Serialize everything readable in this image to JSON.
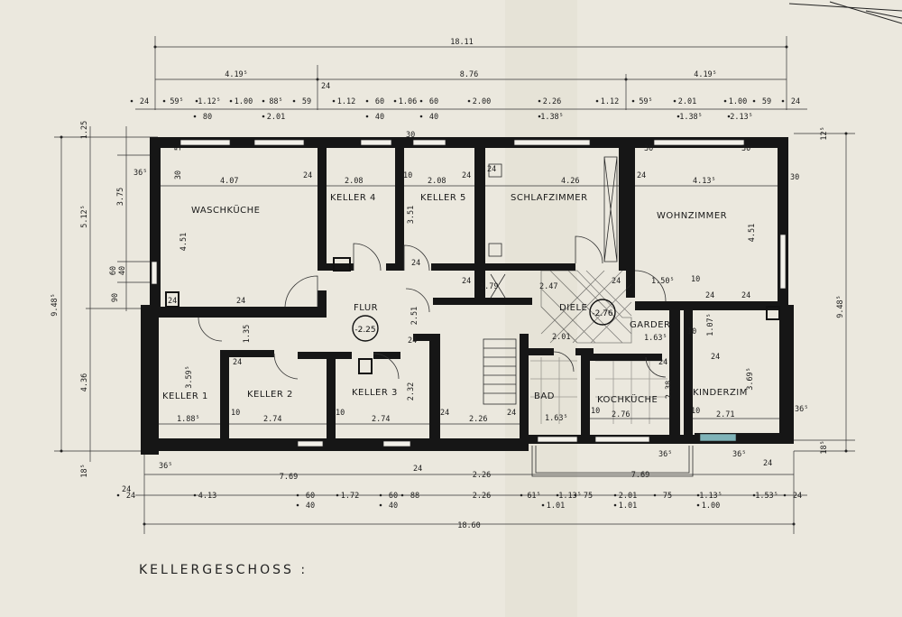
{
  "title": "KELLERGESCHOSS :",
  "rooms": {
    "waschkueche": "WASCHKÜCHE",
    "keller4": "KELLER 4",
    "keller5": "KELLER 5",
    "schlafzimmer": "SCHLAFZIMMER",
    "wohnzimmer": "WOHNZIMMER",
    "flur": "FLUR",
    "diele": "DIELE",
    "garder": "GARDER",
    "keller1": "KELLER 1",
    "keller2": "KELLER 2",
    "keller3": "KELLER 3",
    "bad": "BAD",
    "kochkueche": "KOCHKÜCHE",
    "kinderzim": "KINDERZIM"
  },
  "levels": {
    "flur": "-2.25",
    "diele": "-2.76"
  },
  "top_dims": {
    "overall": "18.11",
    "left_block": "4.19⁵",
    "middle": "8.76",
    "right_block": "4.19⁵",
    "row_a": [
      "24",
      "59⁵",
      "1.12⁵",
      "1.00",
      "88⁵",
      "59",
      "1.12",
      "60",
      "1.06",
      "60",
      "2.00",
      "2.26",
      "1.12",
      "59⁵",
      "2.01",
      "1.00",
      "59",
      "24"
    ],
    "row_b": [
      "80",
      "2.01",
      "40",
      "40",
      "1.38⁵",
      "1.38⁵",
      "2.13⁵"
    ],
    "upper_24": "24"
  },
  "bottom_dims": {
    "overall": "18.60",
    "seg_7_69_left": "7.69",
    "seg_2_26_a": "2.26",
    "seg_2_26_b": "2.26",
    "seg_7_69_right": "7.69",
    "row": [
      "24",
      "4.13",
      "60",
      "1.72",
      "60",
      "88",
      "61⁵",
      "1.13⁵",
      "75",
      "2.01",
      "75",
      "1.13⁵",
      "1.53⁵",
      "24"
    ],
    "row_sub": [
      "40",
      "40",
      "1.01",
      "1.01",
      "1.00"
    ],
    "small": [
      "24",
      "24",
      "24",
      "36⁵",
      "36⁵"
    ]
  },
  "left_dims": {
    "overall": "9.48⁵",
    "segs": [
      "1.25",
      "5.12⁵",
      "3.75",
      "60",
      "40",
      "90",
      "4.36",
      "18⁵"
    ],
    "d365": "36⁵",
    "d30": "30",
    "d50": "50"
  },
  "right_dims": {
    "overall": "9.48⁵",
    "segs": [
      "12⁵",
      "30",
      "4.51",
      "36⁵",
      "18⁵"
    ]
  },
  "room_dims": {
    "wk_w": "4.07",
    "wk_h": "4.51",
    "k4_w": "2.08",
    "k5_w": "2.08",
    "k5_h": "3.51",
    "sz_w": "4.26",
    "wz_w": "4.13⁵",
    "wz_h": "4.51",
    "flur_h": "2.51",
    "d179": "1.79",
    "d247": "2.47",
    "d150": "1.50⁵",
    "d10": "10",
    "d201": "2.01",
    "d163a": "1.63⁵",
    "g163": "1.63⁵",
    "g107": "1.07⁵",
    "k1_w": "1.88⁵",
    "k1_h": "3.59⁵",
    "k2_w": "2.74",
    "k2_h": "1.35",
    "k3_w": "2.74",
    "k3_h": "2.32",
    "bad_w": "2.26",
    "kk_w": "2.76",
    "kk_h": "2.38",
    "kz_w": "2.71",
    "kz_h": "3.69⁵",
    "w24": "24",
    "w10": "10",
    "w30": "30"
  }
}
